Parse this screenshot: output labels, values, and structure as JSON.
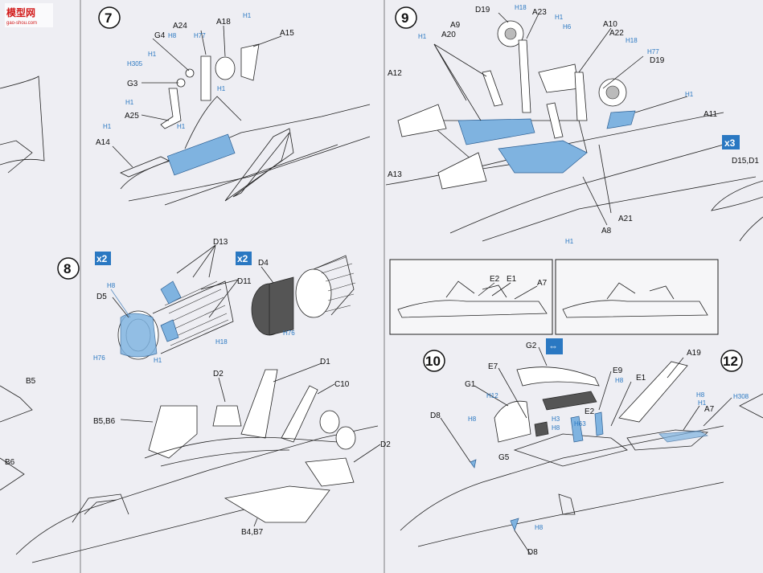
{
  "watermark": {
    "title": "模型网",
    "subtitle": "gao-shou.com"
  },
  "steps": {
    "s7": {
      "number": "7",
      "labels": [
        "A24",
        "A18",
        "H1",
        "A15",
        "G4",
        "H8",
        "H77",
        "H1",
        "H305",
        "H1",
        "G3",
        "H1",
        "H1",
        "A25",
        "H1",
        "A14"
      ]
    },
    "s9": {
      "number": "9",
      "labels": [
        "D19",
        "H18",
        "A23",
        "A9",
        "H1",
        "A20",
        "H1",
        "H6",
        "A10",
        "A22",
        "H18",
        "H77",
        "D19",
        "A12",
        "H1",
        "A11",
        "A13",
        "A21",
        "A8",
        "H1"
      ]
    },
    "s8": {
      "number": "8",
      "badge_left": "x2",
      "badge_right": "x2",
      "labels": [
        "D13",
        "D4",
        "D11",
        "H8",
        "D5",
        "H1",
        "H18",
        "H76",
        "H76"
      ]
    },
    "fuselage": {
      "labels": [
        "D2",
        "D1",
        "C10",
        "B5,B6",
        "D2",
        "B4,B7"
      ]
    },
    "s10": {
      "number": "10",
      "labels": [
        "G2",
        "E7",
        "E9",
        "G1",
        "H8",
        "E1",
        "H12",
        "E2",
        "D8",
        "H8",
        "H3",
        "H8",
        "H63",
        "G5",
        "H8",
        "D8"
      ]
    },
    "s12": {
      "number": "12",
      "labels": [
        "A19",
        "H8",
        "H308",
        "H1",
        "A7"
      ]
    },
    "insets": {
      "labels": [
        "E2",
        "E1",
        "A7"
      ]
    },
    "right_edge": {
      "badge": "x3",
      "label": "D15,D1"
    },
    "left_edge": {
      "labels": [
        "B5",
        "B6"
      ]
    }
  },
  "colors": {
    "accent": "#7fb3e0",
    "badge": "#2a78c2",
    "page": "#eeeef3"
  }
}
